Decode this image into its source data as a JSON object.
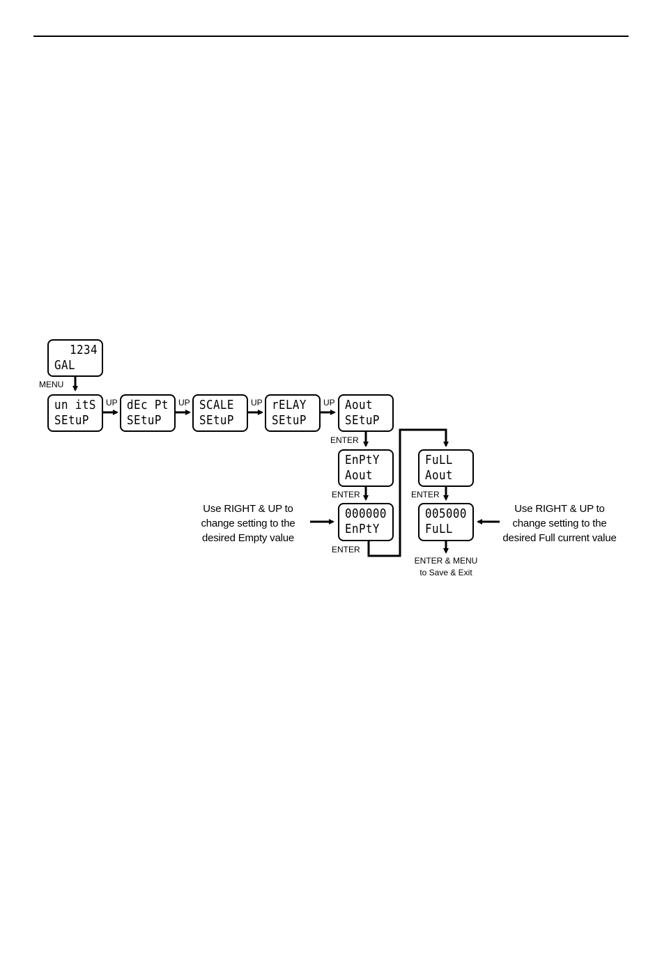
{
  "displays": {
    "home": {
      "line1": "1234",
      "line2": "GAL"
    },
    "units": {
      "line1": "un itS",
      "line2": "SEtuP"
    },
    "decpt": {
      "line1": "dEc Pt",
      "line2": "SEtuP"
    },
    "scale": {
      "line1": "SCALE",
      "line2": "SEtuP"
    },
    "relay": {
      "line1": "rELAY",
      "line2": "SEtuP"
    },
    "aout": {
      "line1": "Aout",
      "line2": "SEtuP"
    },
    "empty": {
      "line1": "EnPtY",
      "line2": "Aout"
    },
    "emptyval": {
      "line1": "000000",
      "line2": "EnPtY"
    },
    "full": {
      "line1": "FuLL",
      "line2": "Aout"
    },
    "fullval": {
      "line1": "005000",
      "line2": "FuLL"
    }
  },
  "labels": {
    "menu": "MENU",
    "up": "UP",
    "enter": "ENTER",
    "save_line1": "ENTER & MENU",
    "save_line2": "to Save & Exit"
  },
  "notes": {
    "empty": [
      "Use RIGHT & UP to",
      "change setting to the",
      "desired Empty value"
    ],
    "full": [
      "Use RIGHT & UP to",
      "change setting to the",
      "desired Full current value"
    ]
  }
}
